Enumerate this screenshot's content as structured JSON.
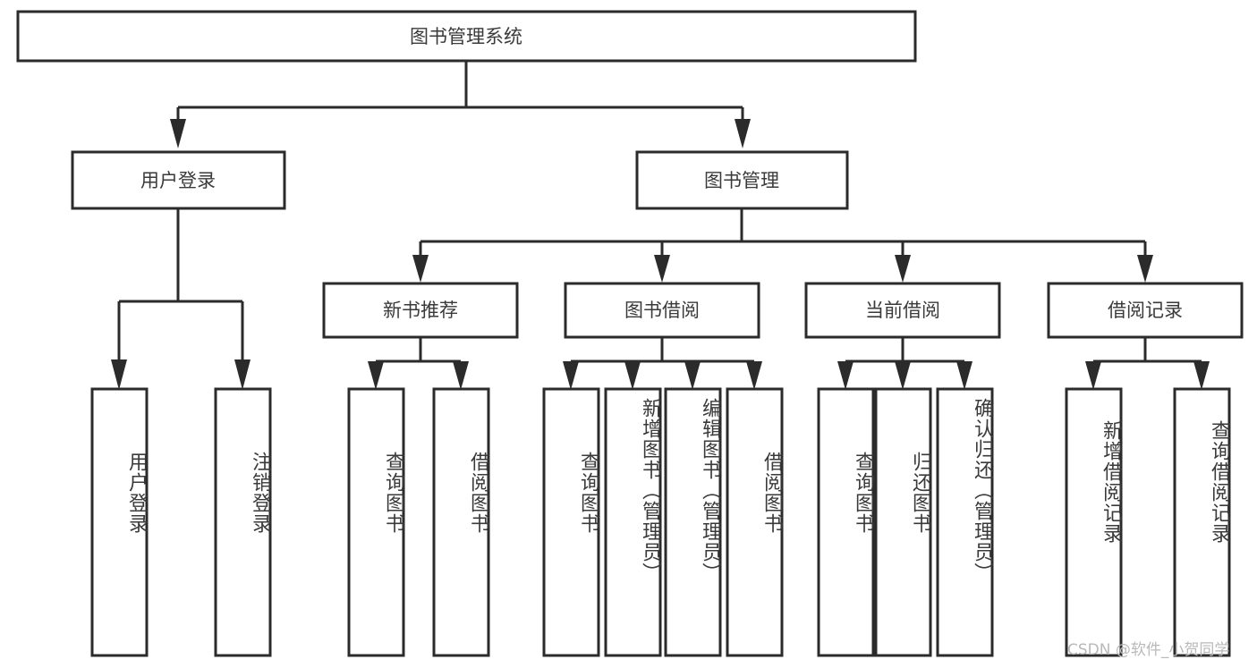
{
  "diagram": {
    "title": "图书管理系统",
    "type": "tree-hierarchy",
    "root": {
      "label": "图书管理系统"
    },
    "level2": [
      {
        "label": "用户登录"
      },
      {
        "label": "图书管理"
      }
    ],
    "level3": [
      {
        "label": "新书推荐"
      },
      {
        "label": "图书借阅"
      },
      {
        "label": "当前借阅"
      },
      {
        "label": "借阅记录"
      }
    ],
    "leaves": {
      "user_login": [
        {
          "label": "用户登录"
        },
        {
          "label": "注销登录"
        }
      ],
      "new_book_recommend": [
        {
          "label": "查询图书"
        },
        {
          "label": "借阅图书"
        }
      ],
      "book_borrow": [
        {
          "label": "查询图书"
        },
        {
          "label": "新增图书（管理员）"
        },
        {
          "label": "编辑图书（管理员）"
        },
        {
          "label": "借阅图书"
        }
      ],
      "current_borrow": [
        {
          "label": "查询图书"
        },
        {
          "label": "归还图书"
        },
        {
          "label": "确认归还（管理员）"
        }
      ],
      "borrow_record": [
        {
          "label": "新增借阅记录"
        },
        {
          "label": "查询借阅记录"
        }
      ]
    }
  },
  "watermark": {
    "text": "CSDN @软件_小贺同学"
  },
  "colors": {
    "stroke": "#2b2b2b",
    "text": "#3a3a3a",
    "background": "#ffffff",
    "watermark": "#b9b9b9"
  }
}
